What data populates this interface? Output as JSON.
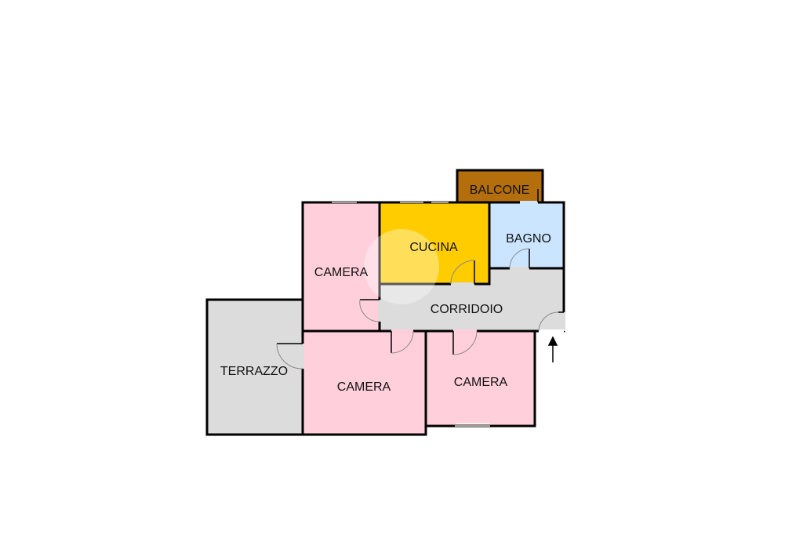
{
  "floorplan": {
    "rooms": {
      "balcone": {
        "label": "BALCONE",
        "color": "#B46E0C"
      },
      "cucina": {
        "label": "CUCINA",
        "color": "#FFCC00"
      },
      "bagno": {
        "label": "BAGNO",
        "color": "#CCE5FF"
      },
      "camera_1": {
        "label": "CAMERA",
        "color": "#FFD0DC"
      },
      "corridoio": {
        "label": "CORRIDOIO",
        "color": "#DCDCDC"
      },
      "terrazzo": {
        "label": "TERRAZZO",
        "color": "#DCDCDC"
      },
      "camera_2": {
        "label": "CAMERA",
        "color": "#FFD0DC"
      },
      "camera_3": {
        "label": "CAMERA",
        "color": "#FFD0DC"
      }
    },
    "wall_color": "#000000",
    "entrance_arrow_icon": "arrow-up-icon"
  }
}
